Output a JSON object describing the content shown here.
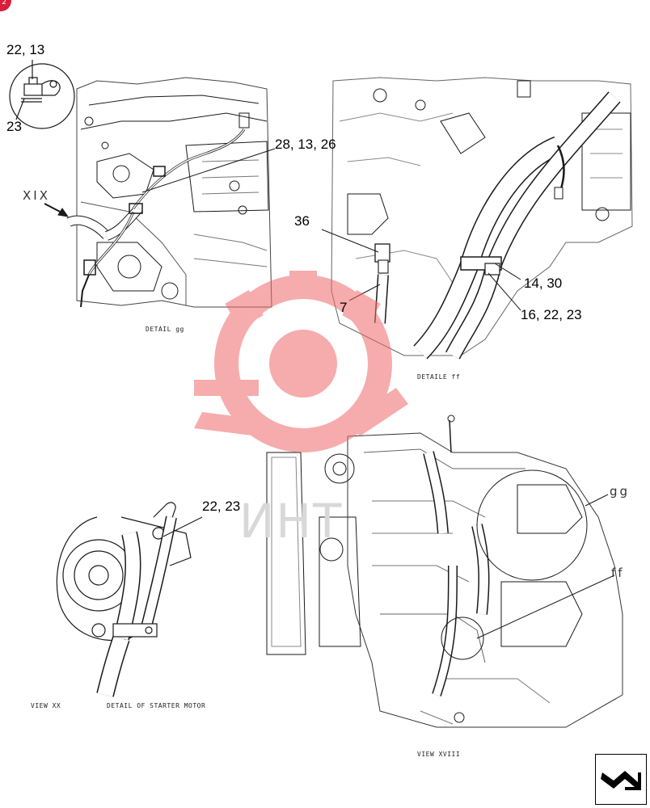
{
  "corner_badge": {
    "text": "2",
    "color": "#d81e3a"
  },
  "watermark": {
    "text": "ИНТ",
    "color": "#f06a6a"
  },
  "details": {
    "gg": {
      "caption": "DETAIL gg",
      "callouts": [
        "22, 13",
        "23",
        "28, 13, 26"
      ],
      "view_arrow_label": "XIX"
    },
    "ff": {
      "caption": "DETAILE ff",
      "callouts": [
        "36",
        "7",
        "14, 30",
        "16, 22, 23"
      ]
    },
    "starter": {
      "caption_left": "VIEW XX",
      "caption_right": "DETAIL OF STARTER MOTOR",
      "callouts": [
        "22, 23"
      ]
    },
    "engine": {
      "caption": "VIEW XVIII",
      "labels": [
        "gg",
        "ff"
      ]
    }
  },
  "navigation": {
    "icon": "next-page-arrow-icon"
  }
}
